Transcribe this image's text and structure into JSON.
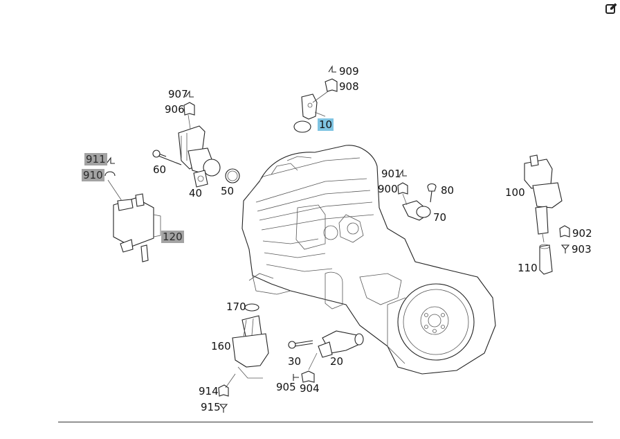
{
  "toolbar": {
    "edit_icon": "pencil-square-icon"
  },
  "highlight_colors": {
    "selected": "#7fc4e2",
    "dimmed": "#a3a3a3"
  },
  "parts": [
    {
      "id": "10",
      "label": "10",
      "highlight": "selected"
    },
    {
      "id": "20",
      "label": "20"
    },
    {
      "id": "30",
      "label": "30"
    },
    {
      "id": "40",
      "label": "40"
    },
    {
      "id": "50",
      "label": "50"
    },
    {
      "id": "60",
      "label": "60"
    },
    {
      "id": "70",
      "label": "70"
    },
    {
      "id": "80",
      "label": "80"
    },
    {
      "id": "100",
      "label": "100"
    },
    {
      "id": "110",
      "label": "110"
    },
    {
      "id": "120",
      "label": "120",
      "highlight": "dimmed"
    },
    {
      "id": "160",
      "label": "160"
    },
    {
      "id": "170",
      "label": "170"
    },
    {
      "id": "900",
      "label": "900"
    },
    {
      "id": "901",
      "label": "901"
    },
    {
      "id": "902",
      "label": "902"
    },
    {
      "id": "903",
      "label": "903"
    },
    {
      "id": "904",
      "label": "904"
    },
    {
      "id": "905",
      "label": "905"
    },
    {
      "id": "906",
      "label": "906"
    },
    {
      "id": "907",
      "label": "907"
    },
    {
      "id": "908",
      "label": "908"
    },
    {
      "id": "909",
      "label": "909"
    },
    {
      "id": "910",
      "label": "910",
      "highlight": "dimmed"
    },
    {
      "id": "911",
      "label": "911",
      "highlight": "dimmed"
    },
    {
      "id": "914",
      "label": "914"
    },
    {
      "id": "915",
      "label": "915"
    }
  ]
}
